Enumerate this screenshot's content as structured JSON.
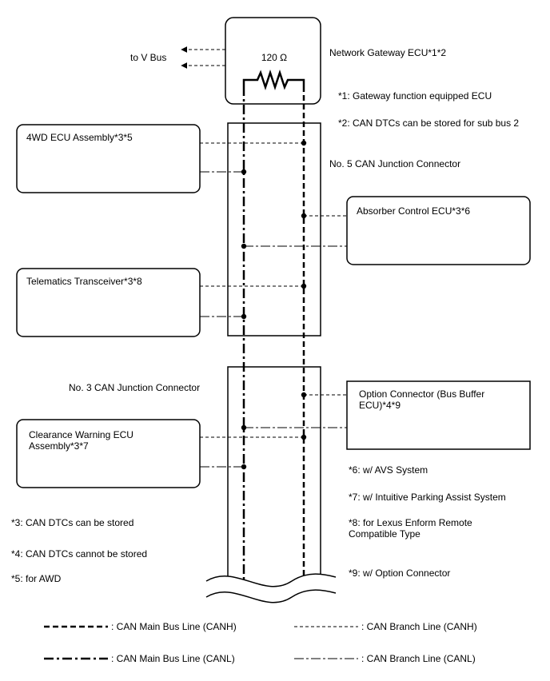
{
  "gateway": {
    "label": "Network Gateway ECU*1*2",
    "resistor": "120 Ω"
  },
  "to_v_bus": "to V Bus",
  "junctions": {
    "no5": "No. 5 CAN Junction Connector",
    "no3": "No. 3 CAN Junction Connector"
  },
  "ecus": {
    "fwd": "4WD ECU Assembly*3*5",
    "absorber": "Absorber Control ECU*3*6",
    "telematics": "Telematics Transceiver*3*8",
    "option_1": "Option Connector (Bus Buffer",
    "option_2": "ECU)*4*9",
    "clearance_1": "Clearance Warning ECU",
    "clearance_2": "Assembly*3*7"
  },
  "notes": {
    "n1": "*1: Gateway function equipped ECU",
    "n2": "*2: CAN DTCs can be stored for sub bus 2",
    "n3": "*3: CAN DTCs can be stored",
    "n4": "*4: CAN DTCs cannot be stored",
    "n5": "*5: for AWD",
    "n6": "*6: w/ AVS System",
    "n7": "*7: w/ Intuitive Parking Assist System",
    "n8_1": "*8: for Lexus Enform Remote",
    "n8_2": "Compatible Type",
    "n9": "*9: w/ Option Connector"
  },
  "legend": {
    "main_canh": ": CAN Main Bus Line (CANH)",
    "branch_canh": ": CAN Branch Line (CANH)",
    "main_canl": ": CAN Main Bus Line (CANL)",
    "branch_canl": ": CAN Branch Line (CANL)"
  }
}
